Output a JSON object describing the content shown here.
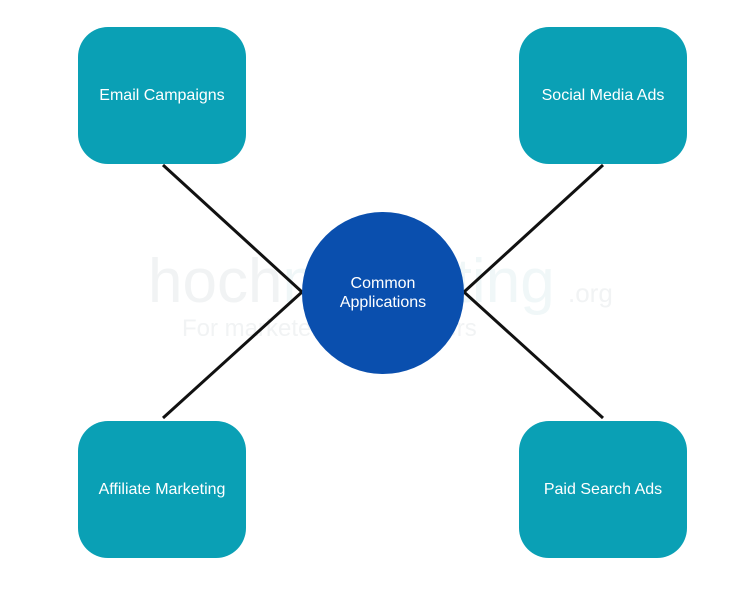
{
  "diagram": {
    "center": {
      "label": "Common\nApplications"
    },
    "nodes": [
      {
        "label": "Email Campaigns"
      },
      {
        "label": "Social Media Ads"
      },
      {
        "label": "Affiliate Marketing"
      },
      {
        "label": "Paid Search Ads"
      }
    ]
  },
  "watermark": {
    "brand_left": "hoch",
    "brand_right": "marketing",
    "domain": ".org",
    "tagline": "For marketers by marketers"
  },
  "colors": {
    "node_fill": "#0aa0b5",
    "hub_fill": "#0a4fae",
    "connector": "#111111",
    "text": "#ffffff"
  }
}
